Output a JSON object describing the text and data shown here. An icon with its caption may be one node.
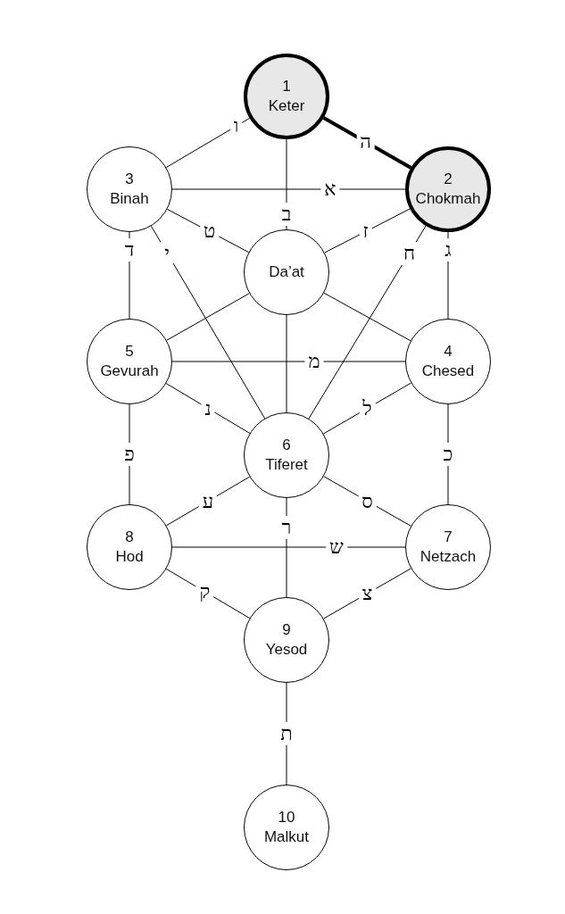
{
  "diagram": {
    "nodes": [
      {
        "text": [
          "1",
          "Keter"
        ]
      },
      {
        "text": [
          "3",
          "Binah"
        ]
      },
      {
        "text": [
          "2",
          "Chokmah"
        ]
      },
      {
        "text": [
          "Da’at"
        ]
      },
      {
        "text": [
          "5",
          "Gevurah"
        ]
      },
      {
        "text": [
          "4",
          "Chesed"
        ]
      },
      {
        "text": [
          "6",
          "Tiferet"
        ]
      },
      {
        "text": [
          "8",
          "Hod"
        ]
      },
      {
        "text": [
          "7",
          "Netzach"
        ]
      },
      {
        "text": [
          "9",
          "Yesod"
        ]
      },
      {
        "text": [
          "10",
          "Malkut"
        ]
      }
    ],
    "edges": [
      {
        "from": 0,
        "to": 1,
        "arrow": "none",
        "label": "ו"
      },
      {
        "from": 0,
        "to": 2,
        "arrow": "none",
        "label": "ה",
        "style": "thick"
      },
      {
        "from": 0,
        "to": 3,
        "arrow": "none",
        "label": "ב"
      },
      {
        "from": 1,
        "to": 2,
        "arrow": "none",
        "label": "א"
      },
      {
        "from": 1,
        "to": 3,
        "arrow": "none",
        "label": "ט"
      },
      {
        "from": 2,
        "to": 3,
        "arrow": "none",
        "label": "ז"
      },
      {
        "from": 1,
        "to": 4,
        "arrow": "none",
        "label": "ד"
      },
      {
        "from": 1,
        "to": 6,
        "arrow": "none",
        "label": "י"
      },
      {
        "from": 2,
        "to": 6,
        "arrow": "none",
        "label": "ח"
      },
      {
        "from": 2,
        "to": 5,
        "arrow": "none",
        "label": "ג"
      },
      {
        "from": 3,
        "to": 4,
        "arrow": "none"
      },
      {
        "from": 3,
        "to": 5,
        "arrow": "none"
      },
      {
        "from": 3,
        "to": 6,
        "arrow": "none"
      },
      {
        "from": 4,
        "to": 5,
        "arrow": "none",
        "label": "מ"
      },
      {
        "from": 4,
        "to": 6,
        "arrow": "none",
        "label": "נ"
      },
      {
        "from": 5,
        "to": 6,
        "arrow": "none",
        "label": "ל"
      },
      {
        "from": 4,
        "to": 7,
        "arrow": "none",
        "label": "פ"
      },
      {
        "from": 5,
        "to": 8,
        "arrow": "none",
        "label": "כ"
      },
      {
        "from": 6,
        "to": 7,
        "arrow": "none",
        "label": "ע"
      },
      {
        "from": 6,
        "to": 8,
        "arrow": "none",
        "label": "ס"
      },
      {
        "from": 6,
        "to": 9,
        "arrow": "none",
        "label": "ר"
      },
      {
        "from": 7,
        "to": 8,
        "arrow": "none",
        "label": "ש"
      },
      {
        "from": 7,
        "to": 9,
        "arrow": "none",
        "label": "ק"
      },
      {
        "from": 8,
        "to": 9,
        "arrow": "none",
        "label": "צ"
      },
      {
        "from": 9,
        "to": 10,
        "arrow": "none",
        "label": "ת"
      }
    ]
  }
}
